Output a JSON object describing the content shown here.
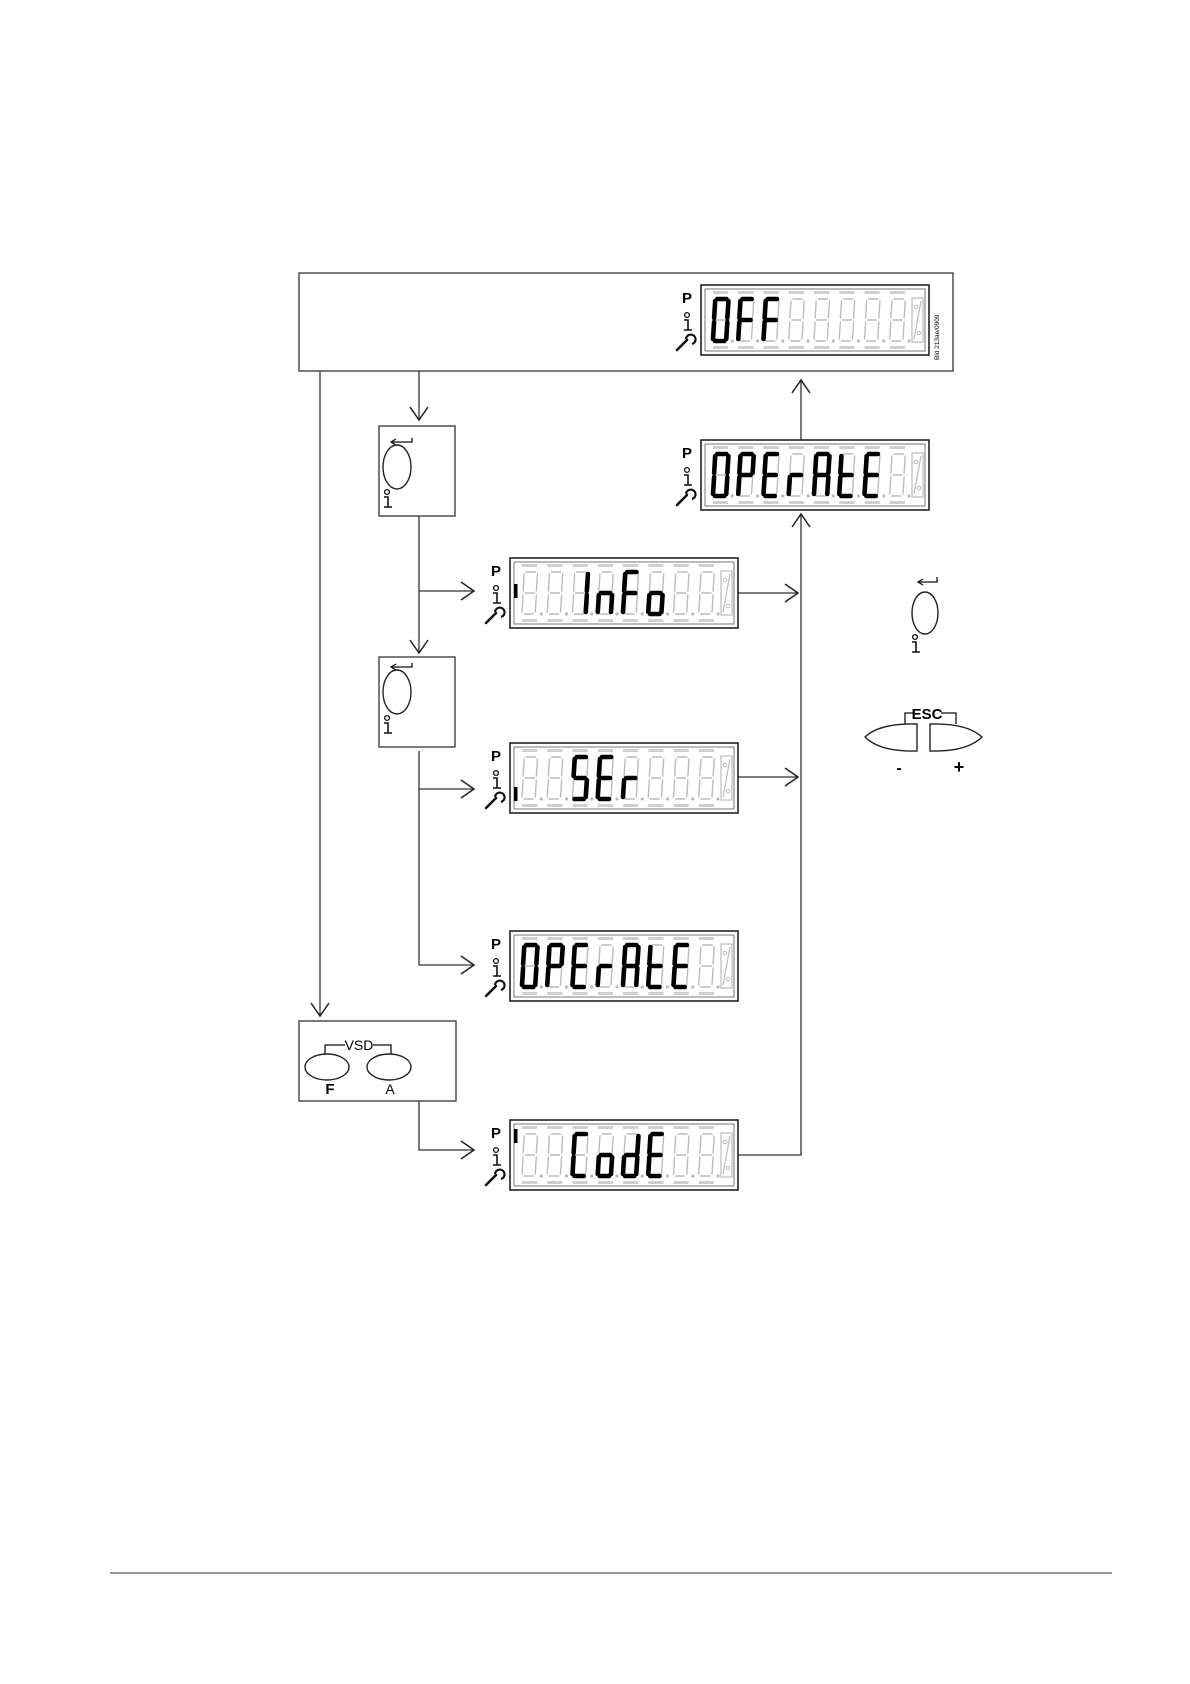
{
  "displays": {
    "off": {
      "icons": [
        "P",
        "info",
        "wrench"
      ],
      "text": "OFF",
      "side_code": "Bld 213ae/0909"
    },
    "operate_top": {
      "icons": [
        "P",
        "info",
        "wrench"
      ],
      "text": "OPErAtE"
    },
    "info": {
      "icons": [
        "P",
        "info",
        "wrench"
      ],
      "text": "InFo"
    },
    "ser": {
      "icons": [
        "P",
        "info",
        "wrench"
      ],
      "text": "SEr"
    },
    "operate_mid": {
      "icons": [
        "P",
        "info",
        "wrench"
      ],
      "text": "OPErAtE"
    },
    "code": {
      "icons": [
        "P",
        "info",
        "wrench"
      ],
      "text": "CodE"
    }
  },
  "keys": {
    "enter_info_key": {
      "icons": [
        "enter-arrow",
        "info"
      ]
    },
    "esc_keys": {
      "label": "ESC",
      "minus": "-",
      "plus": "+"
    },
    "vsd_keys": {
      "label": "VSD",
      "left": "F",
      "right": "A"
    }
  }
}
